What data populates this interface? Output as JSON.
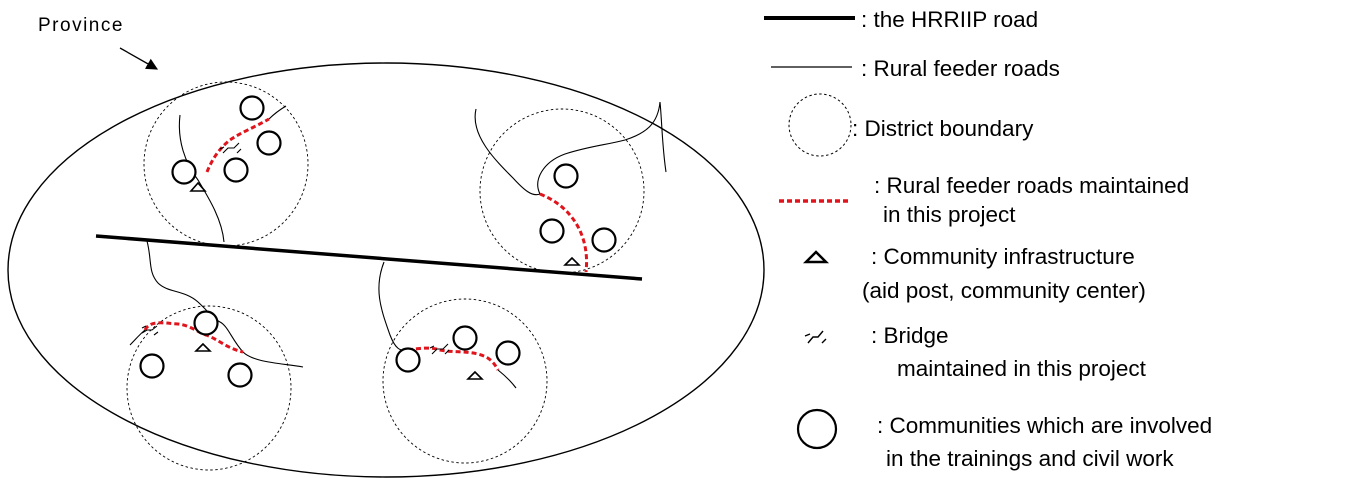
{
  "map": {
    "province_label": "Province"
  },
  "legend": {
    "items": [
      {
        "key": "hrriip_road",
        "lines": [
          ": the HRRIIP road"
        ]
      },
      {
        "key": "rural_feeder_roads",
        "lines": [
          ": Rural feeder roads"
        ]
      },
      {
        "key": "district_boundary",
        "lines": [
          ": District boundary"
        ]
      },
      {
        "key": "maintained_feeder_roads",
        "lines": [
          ": Rural feeder roads  maintained",
          "in this project"
        ]
      },
      {
        "key": "community_infrastructure",
        "lines": [
          ": Community infrastructure",
          "(aid post, community center)"
        ]
      },
      {
        "key": "bridge",
        "lines": [
          ": Bridge",
          "maintained in this project"
        ]
      },
      {
        "key": "communities",
        "lines": [
          ": Communities which are involved",
          "in the trainings and civil work"
        ]
      }
    ]
  },
  "colors": {
    "maintained_road": "#e0141c",
    "line": "#000000",
    "background": "#ffffff"
  },
  "icons": {
    "hrriip_road": "thick-line",
    "rural_feeder_road": "thin-line",
    "district_boundary": "dashed-circle",
    "maintained_road": "red-dashed-line",
    "community_infrastructure": "triangle",
    "bridge": "bridge-symbol",
    "community": "circle"
  }
}
